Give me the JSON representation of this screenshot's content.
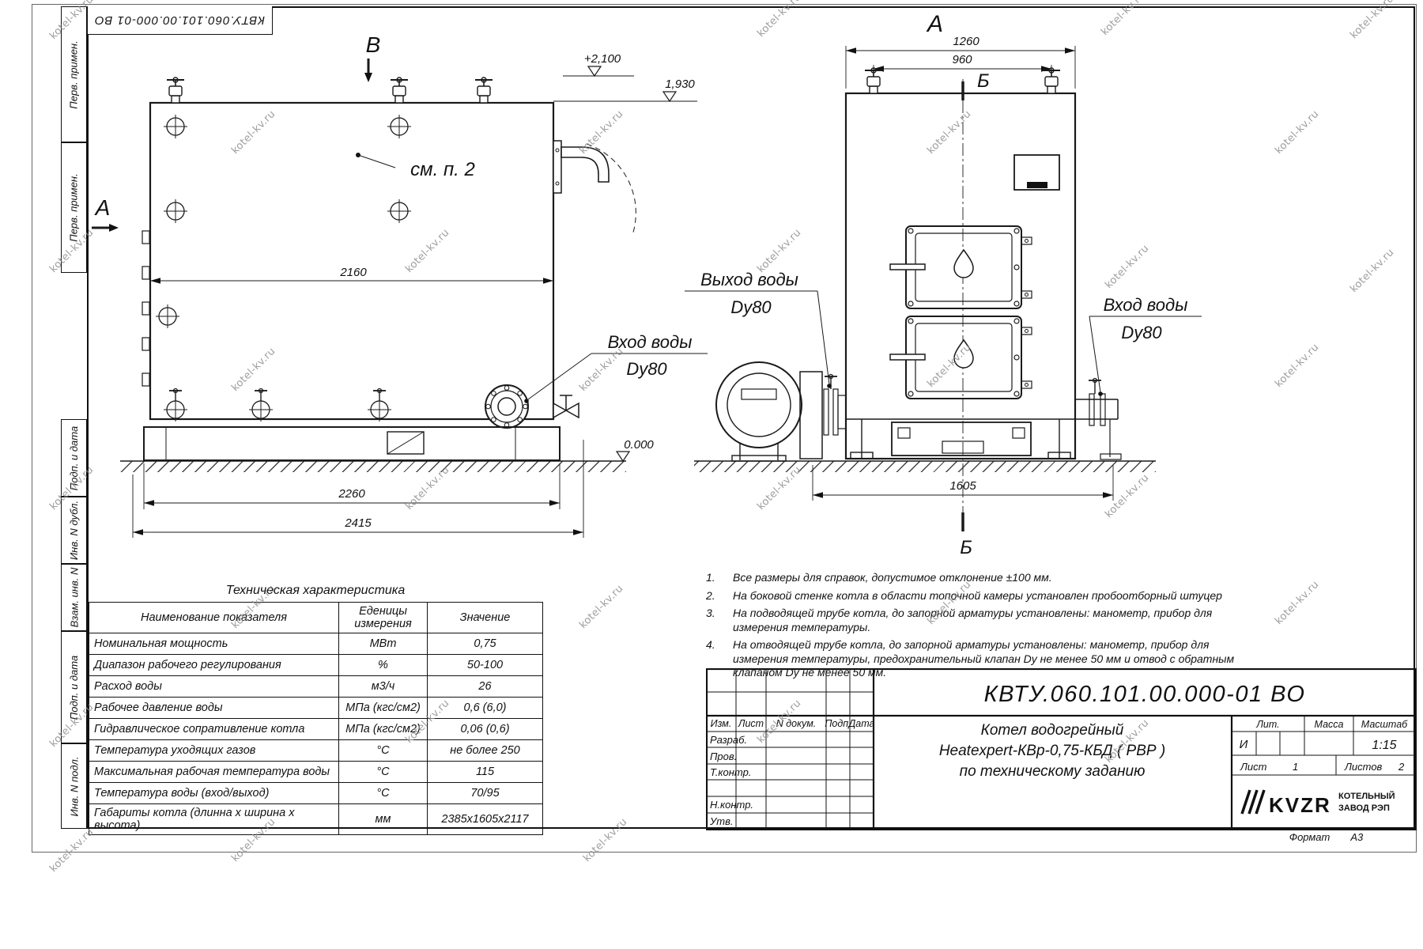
{
  "watermark": "kotel-kv.ru",
  "margin_stamps": [
    "Перв. примен.",
    "Перв. примен.",
    "Подп. и дата",
    "Инв. N дубл.",
    "Взам. инв. N",
    "Подп. и дата",
    "Инв. N подл."
  ],
  "drawing": {
    "view_b": "B",
    "view_a_side": "A",
    "view_a_front": "A",
    "section_b_top": "Б",
    "section_b_bottom": "Б",
    "see_note": "см. п. 2",
    "elev_plus2100": "+2,100",
    "elev_1930": "1,930",
    "elev_zero": "0.000",
    "dim_2160": "2160",
    "dim_2260": "2260",
    "dim_2415": "2415",
    "dim_1260": "1260",
    "dim_960": "960",
    "dim_1605": "1605",
    "inlet_side": {
      "line1": "Вход воды",
      "line2": "Dy80"
    },
    "outlet_front": {
      "line1": "Выход воды",
      "line2": "Dy80"
    },
    "inlet_front": {
      "line1": "Вход воды",
      "line2": "Dy80"
    }
  },
  "table": {
    "title": "Техническая характеристика",
    "headers": [
      "Наименование показателя",
      "Еденицы измерения",
      "Значение"
    ],
    "rows": [
      [
        "Номинальная мощность",
        "МВт",
        "0,75"
      ],
      [
        "Диапазон рабочего регулирования",
        "%",
        "50-100"
      ],
      [
        "Расход воды",
        "м3/ч",
        "26"
      ],
      [
        "Рабочее давление воды",
        "МПа (кгс/см2)",
        "0,6 (6,0)"
      ],
      [
        "Гидравлическое сопративление котла",
        "МПа (кгс/см2)",
        "0,06 (0,6)"
      ],
      [
        "Температура уходящих газов",
        "°С",
        "не более 250"
      ],
      [
        "Максимальная рабочая температура воды",
        "°С",
        "115"
      ],
      [
        "Температура воды (вход/выход)",
        "°С",
        "70/95"
      ],
      [
        "Габариты котла (длинна х ширина х высота)",
        "мм",
        "2385х1605х2117"
      ]
    ]
  },
  "notes": [
    {
      "num": "1.",
      "text": "Все размеры для справок, допустимое отклонение ±100 мм."
    },
    {
      "num": "2.",
      "text": "На боковой стенке котла в области топочной камеры установлен пробоотборный штуцер"
    },
    {
      "num": "3.",
      "text": "На подводящей трубе котла, до запорной арматуры установлены: манометр, прибор для измерения температуры."
    },
    {
      "num": "4.",
      "text": "На отводящей трубе котла, до запорной арматуры установлены: манометр, прибор для измерения температуры, предохранительный клапан Dу не менее 50 мм и отвод с обратным клапаном Dу не менее 50 мм."
    }
  ],
  "title_block": {
    "doc_number": "КВТУ.060.101.00.000-01 ВО",
    "col_izm": "Изм.",
    "col_list": "Лист",
    "col_dokum": "N докум.",
    "col_podp": "Подп.",
    "col_data": "Дата",
    "row_razrab": "Разраб.",
    "row_prov": "Пров.",
    "row_tkontr": "Т.контр.",
    "row_nkontr": "Н.контр.",
    "row_utv": "Утв.",
    "title_line1": "Котел водогрейный",
    "title_line2": "Heatexpert-КВр-0,75-КБД ( РВР )",
    "title_line3": "по техническому заданию",
    "lit_label": "Лит.",
    "lit_value": "И",
    "massa_label": "Масса",
    "masshtab_label": "Масштаб",
    "scale": "1:15",
    "sheet_label": "Лист",
    "sheet_value": "1",
    "sheets_label": "Листов",
    "sheets_value": "2",
    "logo_text": "KVZR",
    "logo_line1": "КОТЕЛЬНЫЙ",
    "logo_line2": "ЗАВОД РЭП",
    "format_label": "Формат",
    "format_value": "А3"
  }
}
